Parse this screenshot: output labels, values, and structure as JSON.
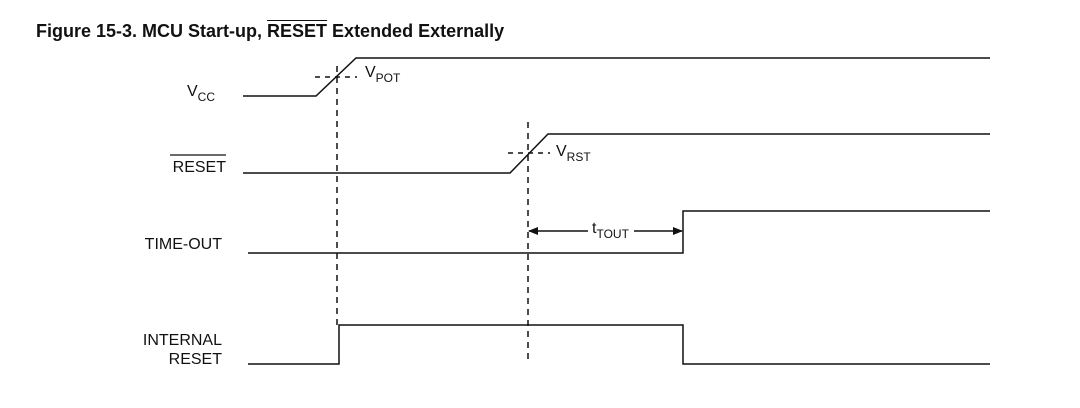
{
  "figure": {
    "title_prefix": "Figure 15-3.  MCU Start-up, ",
    "title_overline": "RESET",
    "title_suffix": " Extended Externally"
  },
  "signals": {
    "vcc": {
      "label_main": "V",
      "label_sub": "CC"
    },
    "reset": {
      "label": "RESET"
    },
    "timeout": {
      "label": "TIME-OUT"
    },
    "internal_reset": {
      "label_line1": "INTERNAL",
      "label_line2": "RESET"
    }
  },
  "annotations": {
    "vpot": {
      "main": "V",
      "sub": "POT"
    },
    "vrst": {
      "main": "V",
      "sub": "RST"
    },
    "ttout": {
      "main": "t",
      "sub": "TOUT"
    }
  }
}
